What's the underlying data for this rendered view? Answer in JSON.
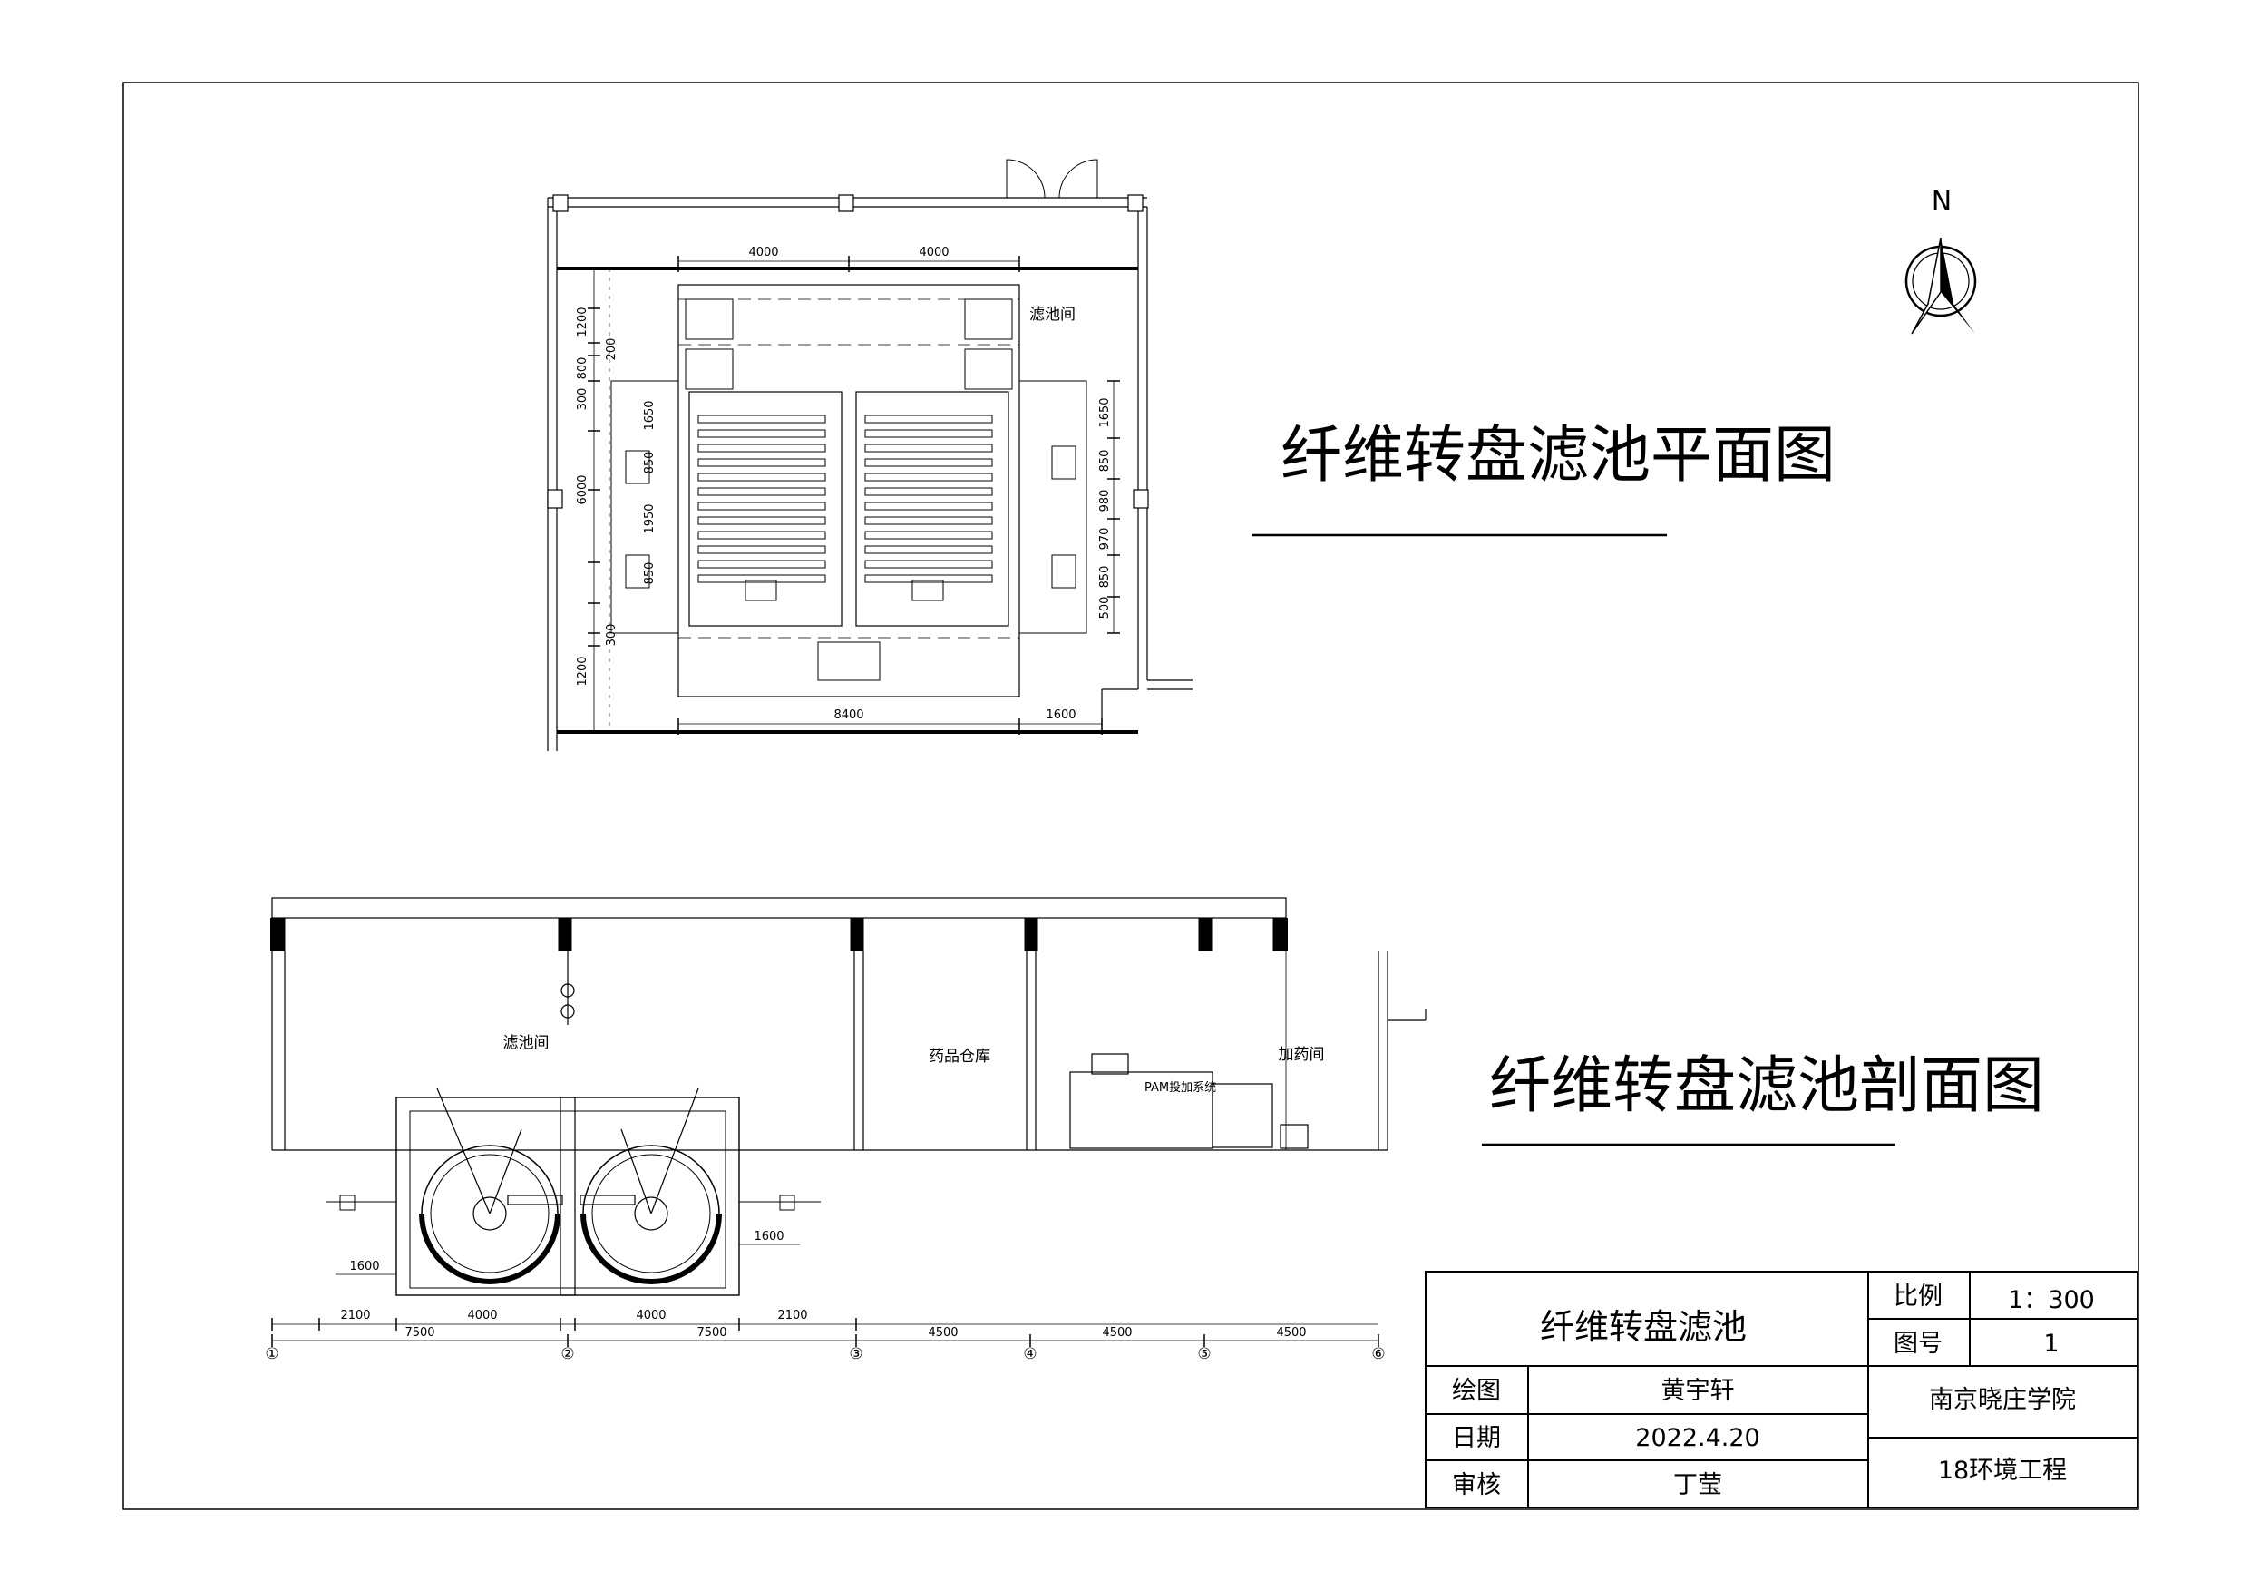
{
  "plan": {
    "title": "纤维转盘滤池平面图",
    "room_label": "滤池间",
    "dims_top": [
      "4000",
      "4000"
    ],
    "dims_bottom": [
      "8400",
      "1600"
    ],
    "dims_left": [
      "1200",
      "800",
      "200",
      "300",
      "1650",
      "850",
      "6000",
      "1950",
      "850",
      "300",
      "1200"
    ],
    "dims_right": [
      "1650",
      "850",
      "980",
      "970",
      "850",
      "500"
    ]
  },
  "north": {
    "label": "N"
  },
  "section": {
    "title": "纤维转盘滤池剖面图",
    "rooms": [
      "滤池间",
      "药品仓库",
      "加药间"
    ],
    "equipment_label": "PAM投加系统",
    "dims_lower": [
      "1600",
      "1600"
    ],
    "dims_row1": [
      "2100",
      "4000",
      "4000",
      "2100"
    ],
    "dims_row2": [
      "7500",
      "7500",
      "4500",
      "4500",
      "4500"
    ],
    "axes": [
      "①",
      "②",
      "③",
      "④",
      "⑤",
      "⑥"
    ]
  },
  "title_block": {
    "drawing_name": "纤维转盘滤池",
    "scale_label": "比例",
    "scale_value": "1：300",
    "sheet_label": "图号",
    "sheet_value": "1",
    "drawn_label": "绘图",
    "drawn_value": "黄宇轩",
    "date_label": "日期",
    "date_value": "2022.4.20",
    "check_label": "审核",
    "check_value": "丁莹",
    "school": "南京晓庄学院",
    "class": "18环境工程"
  }
}
